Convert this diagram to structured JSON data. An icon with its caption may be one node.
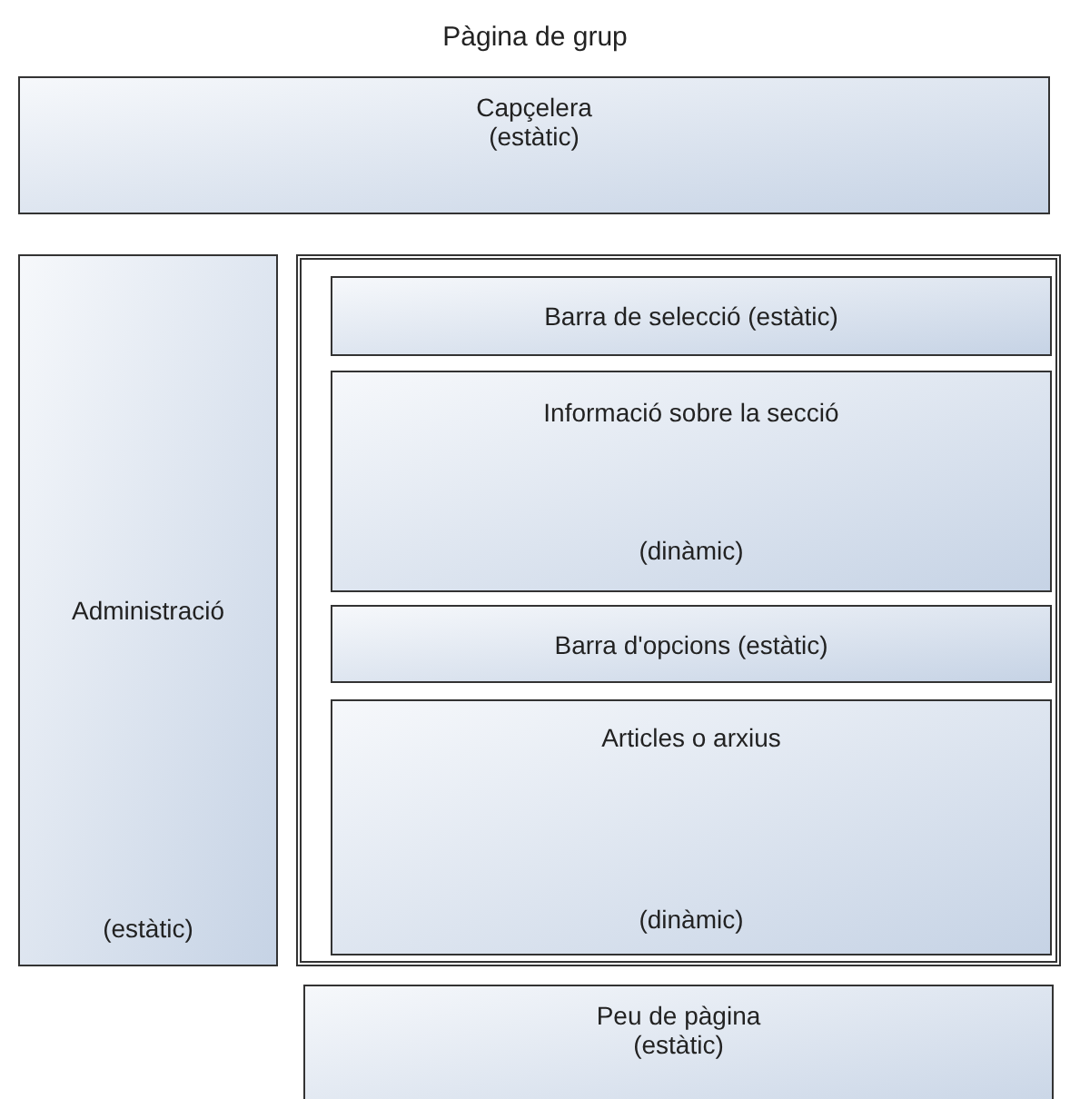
{
  "diagram": {
    "title": "Pàgina de grup",
    "nodes": [
      {
        "text": [
          "Capçelera",
          "(estàtic)"
        ]
      },
      {
        "text": [
          "Administració",
          "(estàtic)"
        ]
      },
      {
        "text": [],
        "shape": "box"
      },
      {
        "text": [
          "Barra de selecció (estàtic)"
        ],
        "in": 2
      },
      {
        "text": [
          "Informació sobre la secció",
          "(dinàmic)"
        ],
        "in": 2
      },
      {
        "text": [
          "Barra d'opcions (estàtic)"
        ],
        "in": 2
      },
      {
        "text": [
          "Articles o arxius",
          "(dinàmic)"
        ],
        "in": 2
      },
      {
        "text": [
          "Peu de pàgina",
          "(estàtic)"
        ]
      }
    ]
  }
}
